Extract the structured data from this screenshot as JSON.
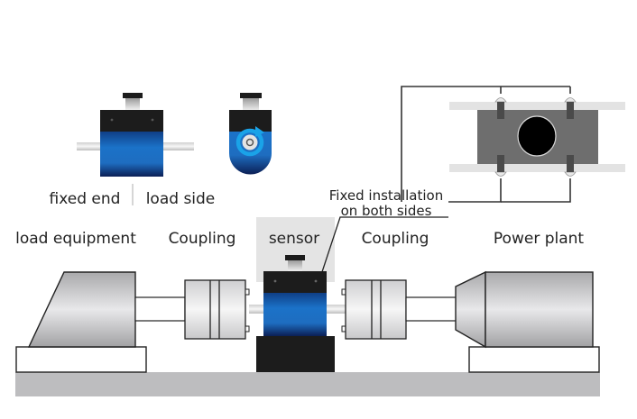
{
  "labels": {
    "fixed_end": "fixed end",
    "load_side": "load side",
    "fixed_installation_line1": "Fixed installation",
    "fixed_installation_line2": "on both sides",
    "load_equipment": "load equipment",
    "coupling_left": "Coupling",
    "sensor": "sensor",
    "coupling_right": "Coupling",
    "power_plant": "Power plant"
  },
  "colors": {
    "sensor_blue": "#1a6fc4",
    "sensor_dark": "#1c1c1c",
    "rotation_arrow": "#1aa3e8",
    "base_gray": "#bdbdbf",
    "sensor_highlight_bg": "#e4e4e4",
    "mount_plate": "#6e6e6e"
  },
  "components": [
    {
      "name": "load equipment"
    },
    {
      "name": "Coupling"
    },
    {
      "name": "sensor"
    },
    {
      "name": "Coupling"
    },
    {
      "name": "Power plant"
    }
  ]
}
